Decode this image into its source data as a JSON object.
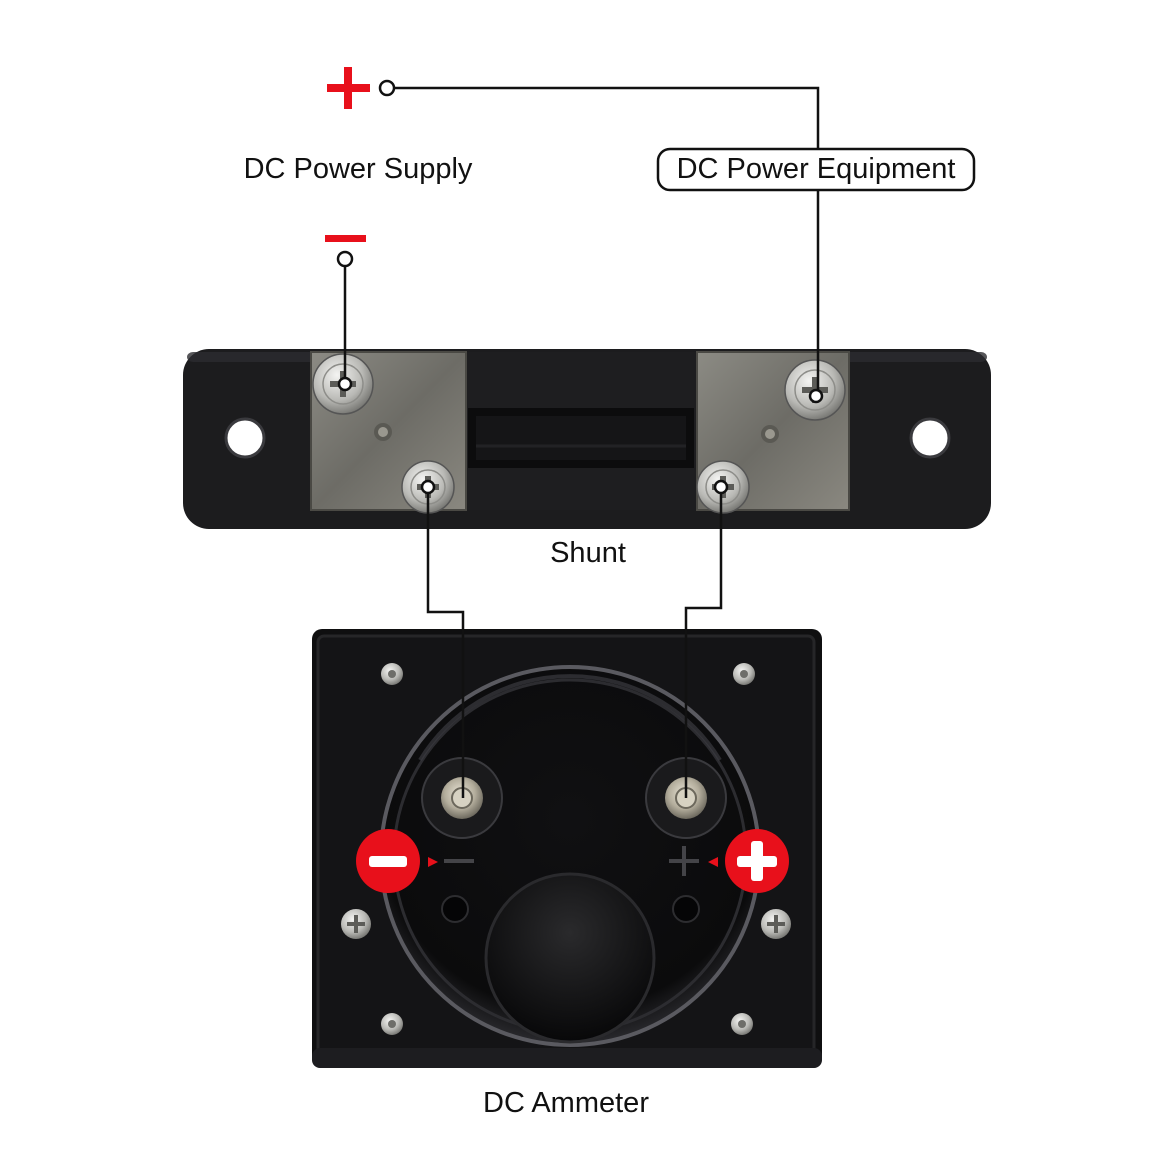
{
  "labels": {
    "power_supply": "DC Power Supply",
    "power_equipment": "DC Power Equipment",
    "shunt": "Shunt",
    "ammeter": "DC Ammeter"
  },
  "colors": {
    "accent_red": "#e8101b",
    "wire": "#111111",
    "shunt_body": "#1c1c1e",
    "terminal_block": "#77766f",
    "meter_body": "#0f0f10",
    "background": "#ffffff"
  },
  "icons": {
    "positive_sign": "plus-icon",
    "negative_sign": "minus-icon",
    "connection_point": "ring-terminal-icon",
    "screw": "phillips-screw-icon"
  }
}
